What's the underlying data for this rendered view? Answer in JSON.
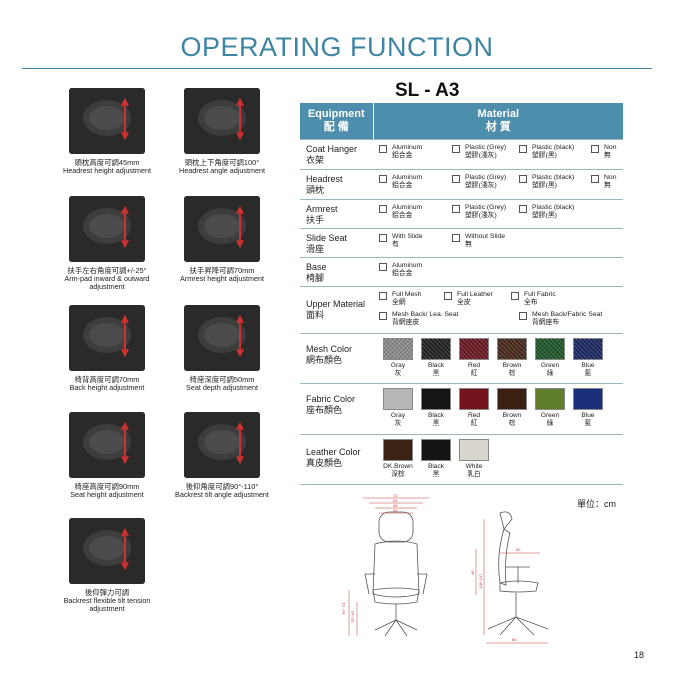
{
  "header": {
    "title": "OPERATING FUNCTION",
    "model": "SL - A3"
  },
  "features": [
    {
      "zh": "頭枕高度可調45mm",
      "en": "Headrest height adjustment"
    },
    {
      "zh": "頭枕上下角度可調100°",
      "en": "Headrest angle adjustment"
    },
    {
      "zh": "扶手左右角度可調+/-25°",
      "en": "Arm-pad inward & outward adjustment"
    },
    {
      "zh": "扶手昇降可調70mm",
      "en": "Armrest height adjustment"
    },
    {
      "zh": "椅背高度可調70mm",
      "en": "Back height adjustment"
    },
    {
      "zh": "椅座深度可調50mm",
      "en": "Seat depth adjustment"
    },
    {
      "zh": "椅座高度可調90mm",
      "en": "Seat height adjustment"
    },
    {
      "zh": "後仰角度可調90°-110°",
      "en": "Backrest tilt angle adjustment"
    },
    {
      "zh": "後仰彈力可調",
      "en": "Backrest flexible tilt tension adjustment"
    }
  ],
  "table": {
    "head": {
      "equipment_en": "Equipment",
      "equipment_zh": "配 備",
      "material_en": "Material",
      "material_zh": "材 質"
    },
    "rows": {
      "coat_hanger": {
        "en": "Coat Hanger",
        "zh": "衣架",
        "opts": [
          [
            "Aluminum",
            "鋁合金"
          ],
          [
            "Plastic (Grey)",
            "塑膠(淺灰)"
          ],
          [
            "Plastic (black)",
            "塑膠(黑)"
          ],
          [
            "Non",
            "無"
          ]
        ]
      },
      "headrest": {
        "en": "Headrest",
        "zh": "頭枕",
        "opts": [
          [
            "Aluminum",
            "鋁合金"
          ],
          [
            "Plastic (Grey)",
            "塑膠(淺灰)"
          ],
          [
            "Plastic (black)",
            "塑膠(黑)"
          ],
          [
            "Non",
            "無"
          ]
        ]
      },
      "armrest": {
        "en": "Armrest",
        "zh": "扶手",
        "opts": [
          [
            "Aluminum",
            "鋁合金"
          ],
          [
            "Plastic (Grey)",
            "塑膠(淺灰)"
          ],
          [
            "Plastic (black)",
            "塑膠(黑)"
          ]
        ]
      },
      "slide_seat": {
        "en": "Slide Seat",
        "zh": "滑座",
        "opts": [
          [
            "With Slide",
            "有"
          ],
          [
            "Without Slide",
            "無"
          ]
        ]
      },
      "base": {
        "en": "Base",
        "zh": "椅腳",
        "opts": [
          [
            "Aluminum",
            "鋁合金"
          ]
        ]
      },
      "upper_material": {
        "en": "Upper Material",
        "zh": "面料",
        "opts": [
          [
            "Full Mesh",
            "全網"
          ],
          [
            "Full Leather",
            "全皮"
          ],
          [
            "Full Fabric",
            "全布"
          ],
          [
            "Mesh Back/ Lea. Seat",
            "背網座皮"
          ],
          [
            "Mesh Back/Fabric Seat",
            "背網座布"
          ]
        ]
      },
      "mesh_color": {
        "en": "Mesh Color",
        "zh": "網布顏色",
        "swatches": [
          [
            "Gray",
            "灰",
            "#8f8f8f"
          ],
          [
            "Black",
            "黑",
            "#222222"
          ],
          [
            "Red",
            "紅",
            "#6e1a22"
          ],
          [
            "Brown",
            "棕",
            "#4a2a1d"
          ],
          [
            "Green",
            "綠",
            "#1f5a2b"
          ],
          [
            "Blue",
            "藍",
            "#1c2a66"
          ]
        ]
      },
      "fabric_color": {
        "en": "Fabric Color",
        "zh": "座布顏色",
        "swatches": [
          [
            "Gray",
            "灰",
            "#b7b7b7"
          ],
          [
            "Black",
            "黑",
            "#151515"
          ],
          [
            "Red",
            "紅",
            "#74131c"
          ],
          [
            "Brown",
            "棕",
            "#3a1f13"
          ],
          [
            "Green",
            "綠",
            "#5f7d2a"
          ],
          [
            "Blue",
            "藍",
            "#1b2f7a"
          ]
        ]
      },
      "leather_color": {
        "en": "Leather Color",
        "zh": "真皮顏色",
        "swatches": [
          [
            "DK.Brown",
            "深棕",
            "#3b2215"
          ],
          [
            "Black",
            "黑",
            "#141414"
          ],
          [
            "White",
            "乳白",
            "#d9d6cf"
          ]
        ]
      }
    }
  },
  "unit": "單位：cm",
  "drawing_dims": {
    "front": [
      "72",
      "54",
      "48",
      "50",
      "67~74",
      "52~62"
    ],
    "side": [
      "52",
      "46",
      "118~137",
      "66"
    ]
  },
  "page_number": "18"
}
